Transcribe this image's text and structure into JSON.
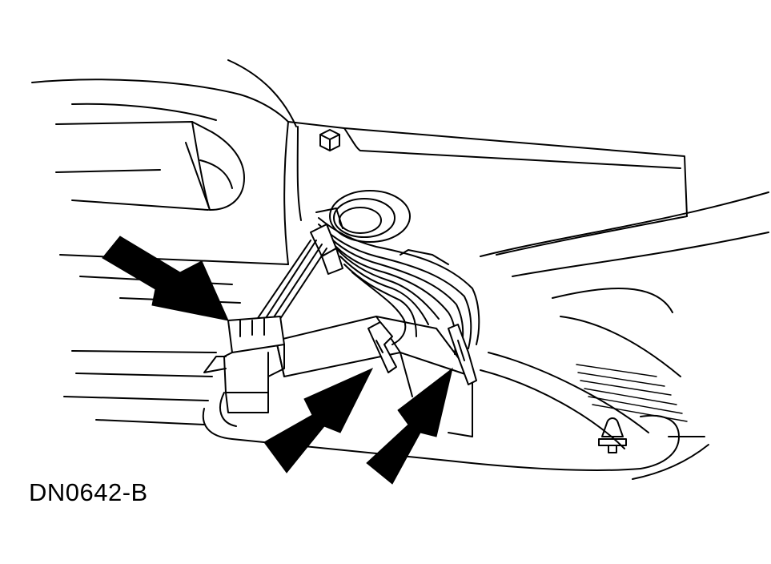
{
  "figure": {
    "reference_code": "DN0642-B"
  },
  "style": {
    "line_color": "#000000",
    "background_color": "#ffffff"
  },
  "callouts": [
    {
      "id": "arrow-left",
      "points_to": "connector"
    },
    {
      "id": "arrow-middle",
      "points_to": "retaining-clip"
    },
    {
      "id": "arrow-right",
      "points_to": "retaining-clip"
    }
  ]
}
